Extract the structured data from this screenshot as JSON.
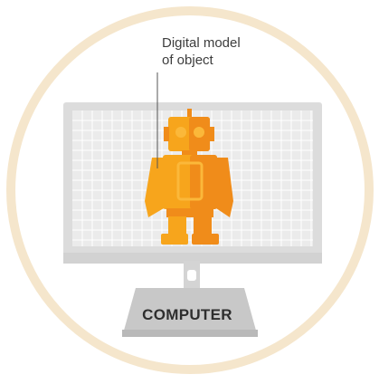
{
  "callout": {
    "line1": "Digital model",
    "line2": "of object"
  },
  "device_label": "COMPUTER",
  "icons": {
    "robot": "robot-figure",
    "computer": "desktop-monitor"
  },
  "colors": {
    "ring": "#f5e6cc",
    "monitor_frame": "#dcdcdc",
    "screen_bg": "#ebebeb",
    "grid_line": "#ffffff",
    "robot_main": "#f7a51c",
    "robot_shade": "#f08c1a",
    "robot_light": "#fbb83a",
    "stand": "#d4d4d4",
    "base": "#c8c8c8",
    "callout_line": "#555555",
    "text": "#3d3d3d"
  }
}
